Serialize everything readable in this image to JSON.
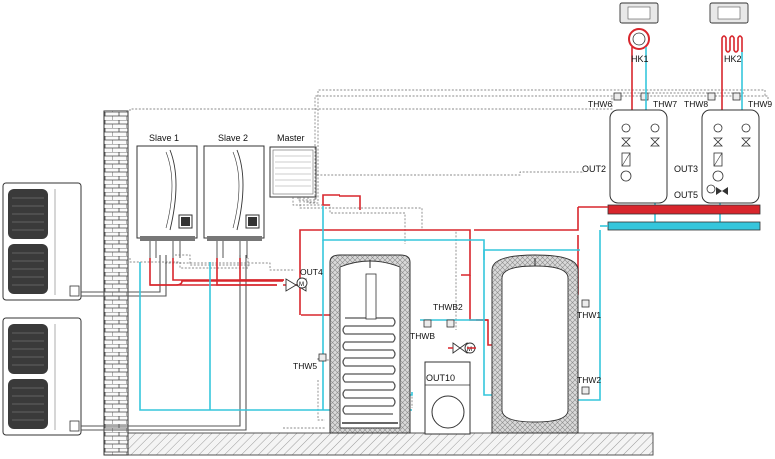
{
  "labels": {
    "slave1": "Slave 1",
    "slave2": "Slave 2",
    "master": "Master",
    "hk1": "HK1",
    "hk2": "HK2",
    "thw6": "THW6",
    "thw7": "THW7",
    "thw8": "THW8",
    "thw9": "THW9",
    "out2": "OUT2",
    "out3": "OUT3",
    "out5": "OUT5",
    "out4": "OUT4",
    "thwb2": "THWB2",
    "thwb": "THWB",
    "thw1": "THW1",
    "thw2": "THW2",
    "thw5": "THW5",
    "out10": "OUT10"
  },
  "colors": {
    "flow_red": "#d8262d",
    "return_cyan": "#35c6dc",
    "insulation": "#cfcfcf",
    "wall": "#e7e7e7"
  },
  "icons": [
    "heat-pump-outdoor-unit",
    "brick-wall",
    "indoor-unit",
    "controller",
    "room-thermostat",
    "radiator",
    "underfloor-heating",
    "circulation-pump",
    "shutoff-valve",
    "mixing-valve",
    "motor-valve",
    "temperature-sensor",
    "dhw-tank",
    "buffer-tank",
    "boiler",
    "manifold"
  ]
}
